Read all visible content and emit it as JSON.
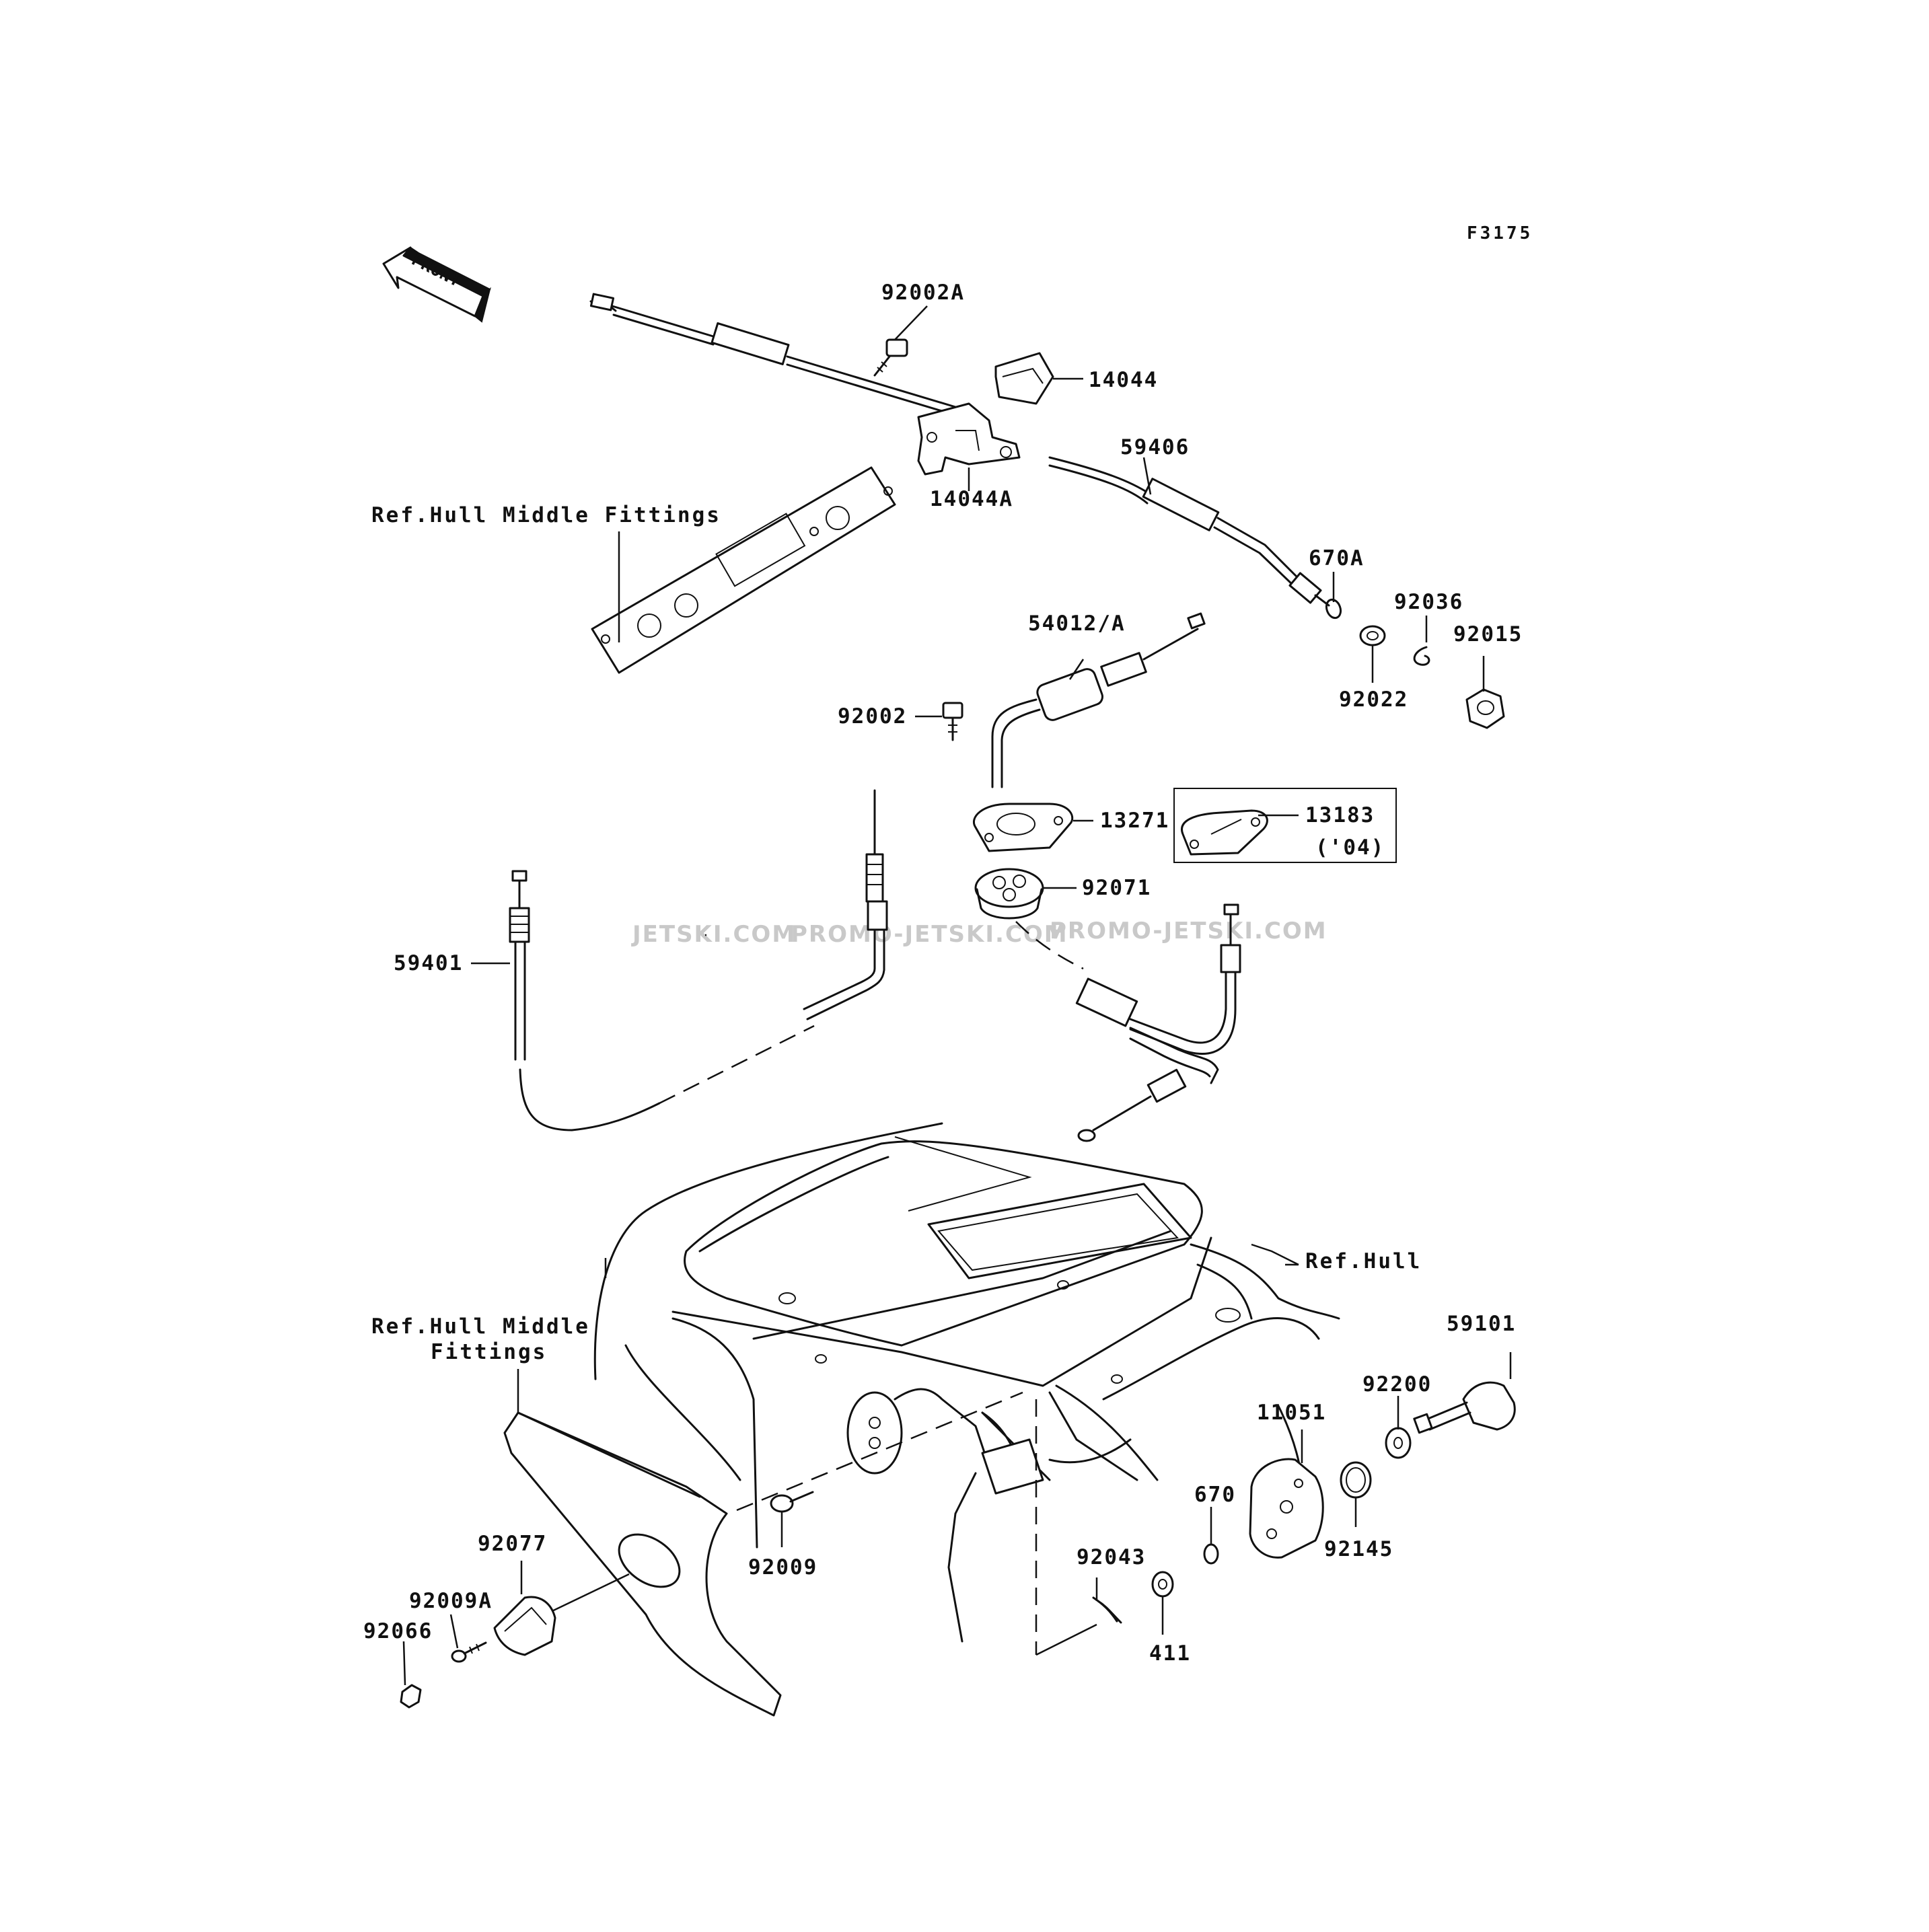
{
  "diagram_code": "F3175",
  "front_arrow_label": "FRONT",
  "watermark": {
    "text1": "JETSKI.COM",
    "text2": "PROMO-JETSKI.COM",
    "text3": "PROMO-JETSKI.COM"
  },
  "refs": {
    "hull_middle_fittings_top": "Ref.Hull Middle Fittings",
    "hull": "Ref.Hull",
    "hull_middle_fittings_bottom_line1": "Ref.Hull Middle",
    "hull_middle_fittings_bottom_line2": "Fittings"
  },
  "parts": {
    "p92002A": "92002A",
    "p14044": "14044",
    "p14044A": "14044A",
    "p59406": "59406",
    "p670A": "670A",
    "p92036": "92036",
    "p92015": "92015",
    "p92022": "92022",
    "p54012A": "54012/A",
    "p92002": "92002",
    "p13271": "13271",
    "p13183": "13183",
    "p13183_year": "('04)",
    "p92071": "92071",
    "p59401": "59401",
    "p59101": "59101",
    "p92200": "92200",
    "p11051": "11051",
    "p670": "670",
    "p92145": "92145",
    "p92043": "92043",
    "p411": "411",
    "p92009": "92009",
    "p92077": "92077",
    "p92009A": "92009A",
    "p92066": "92066"
  }
}
